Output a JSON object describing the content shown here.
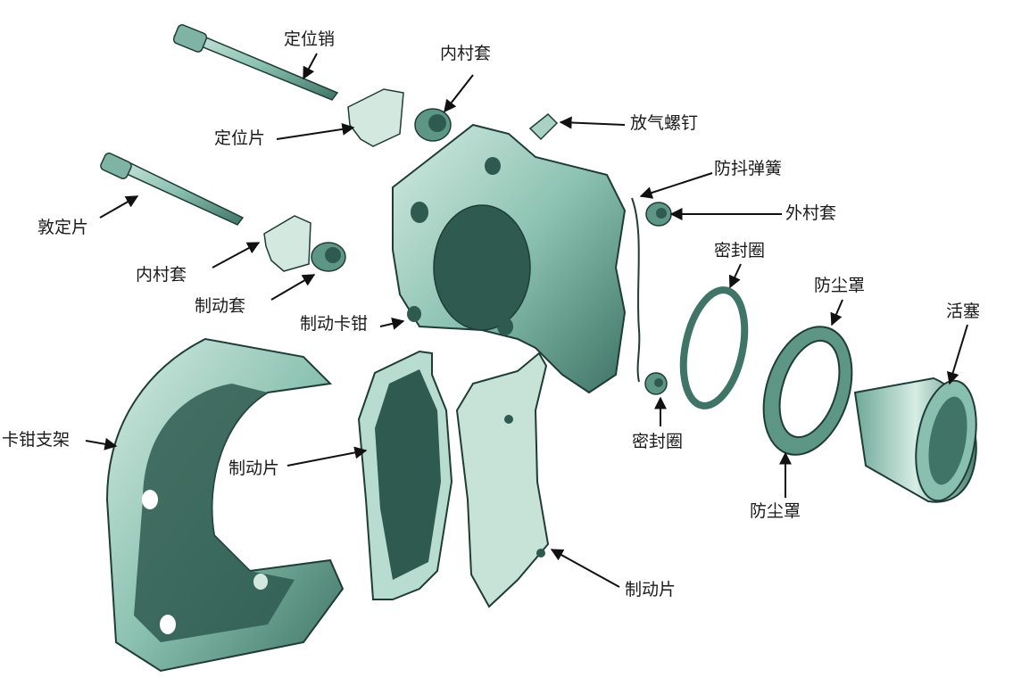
{
  "labels": {
    "guide_pin_top": "定位销",
    "inner_bushing_top": "内村套",
    "bleeder_screw": "放气螺钉",
    "locating_plate_top": "定位片",
    "anti_rattle_spring": "防抖弹簧",
    "outer_bushing": "外村套",
    "guide_pin_bottom": "敦定片",
    "seal_ring_upper": "密封圈",
    "inner_bushing_left": "内村套",
    "dust_cover_upper": "防尘罩",
    "piston": "活塞",
    "brake_sleeve": "制动套",
    "brake_caliper": "制动卡钳",
    "caliper_bracket": "卡钳支架",
    "brake_pad_left": "制动片",
    "seal_ring_lower": "密封圈",
    "dust_cover_lower": "防尘罩",
    "brake_pad_right": "制动片"
  },
  "colors": {
    "part_fill": "#8fc3b3",
    "part_dark": "#2f5a50",
    "part_light": "#cfe6dd",
    "outline": "#1f3d36",
    "leader": "#111111"
  }
}
